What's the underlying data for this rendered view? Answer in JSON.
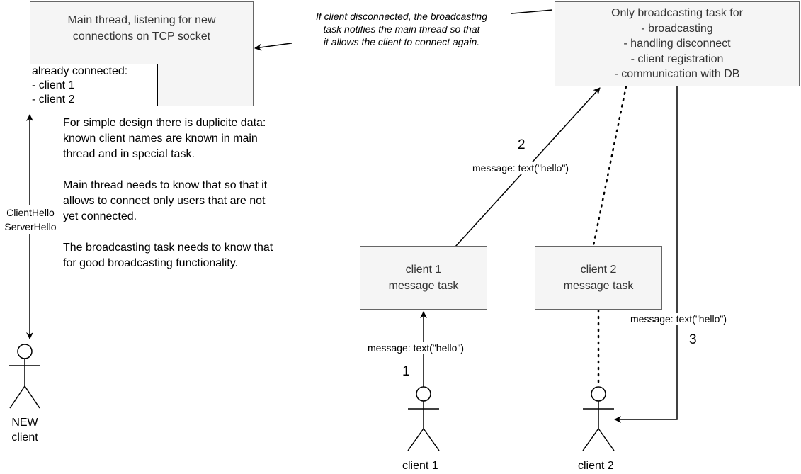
{
  "main_thread": {
    "title": [
      "Main thread, listening for new",
      "connections on TCP socket"
    ],
    "connected_header": "already connected:",
    "connected_clients": [
      "- client 1",
      "- client 2"
    ]
  },
  "broadcast_task": {
    "lines": [
      "Only broadcasting task for",
      "- broadcasting",
      "- handling disconnect",
      "- client registration",
      "- communication with DB"
    ]
  },
  "disconnect_note": [
    "If client disconnected, the broadcasting",
    "task notifies the main thread so that",
    "it allows the client to connect again."
  ],
  "design_note": {
    "p1": [
      "For simple design there is duplicite data:",
      "known client names are known in main",
      "thread and in special task."
    ],
    "p2": [
      "Main thread needs to know that so that it",
      "allows to connect only users that are not",
      "yet connected."
    ],
    "p3": [
      "The broadcasting task needs to know that",
      "for good broadcasting functionality."
    ]
  },
  "handshake_label": [
    "ClientHello",
    "ServerHello"
  ],
  "client1_task": [
    "client 1",
    "message task"
  ],
  "client2_task": [
    "client 2",
    "message task"
  ],
  "actors": {
    "new_client": [
      "NEW",
      "client"
    ],
    "client1": "client 1",
    "client2": "client 2"
  },
  "messages": {
    "m1": "message: text(\"hello\")",
    "m2": "message: text(\"hello\")",
    "m3": "message: text(\"hello\")"
  },
  "steps": {
    "s1": "1",
    "s2": "2",
    "s3": "3"
  }
}
